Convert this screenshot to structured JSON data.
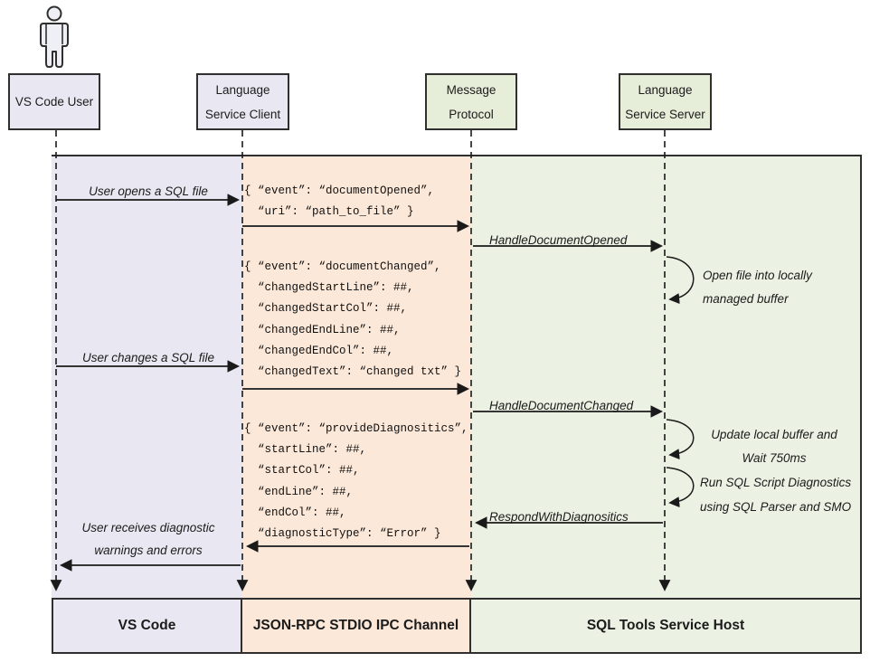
{
  "diagram_type": "sequence-diagram",
  "colors": {
    "user_lane": "#e9e8f2",
    "ipc_lane": "#fce8d8",
    "host_lane": "#ebf1e3",
    "green_header_box": "#e6eeda",
    "lavender_header_box": "#e9e8f2",
    "line": "#2f2f2f"
  },
  "actors": {
    "user": "VS Code User",
    "client": "Language\nService Client",
    "protocol": "Message\nProtocol",
    "server": "Language\nService Server"
  },
  "footer": {
    "user": "VS Code",
    "ipc": "JSON-RPC STDIO IPC Channel",
    "host": "SQL Tools Service Host"
  },
  "messages": {
    "user_opens": "User opens a SQL file",
    "json_document_opened": "{ “event”: “documentOpened”,\n  “uri”: “path_to_file” }",
    "handle_document_opened": "HandleDocumentOpened",
    "note_open_file": "Open file into locally\nmanaged buffer",
    "json_document_changed": "{ “event”: “documentChanged”,\n  “changedStartLine”: ##,\n  “changedStartCol”: ##,\n  “changedEndLine”: ##,\n  “changedEndCol”: ##,\n  “changedText”: “changed txt” }",
    "user_changes": "User changes a SQL file",
    "handle_document_changed": "HandleDocumentChanged",
    "note_update_buffer": "Update local buffer and\nWait 750ms",
    "note_run_diagnostics": "Run SQL Script Diagnostics\nusing SQL Parser and SMO",
    "respond_with_diagnostics": "RespondWithDiagnositics",
    "json_provide_diagnostics": "{ “event”: “provideDiagnositics”,\n  “startLine”: ##,\n  “startCol”: ##,\n  “endLine”: ##,\n  “endCol”: ##,\n  “diagnosticType”: “Error” }",
    "user_receives": "User receives diagnostic\nwarnings and errors"
  }
}
